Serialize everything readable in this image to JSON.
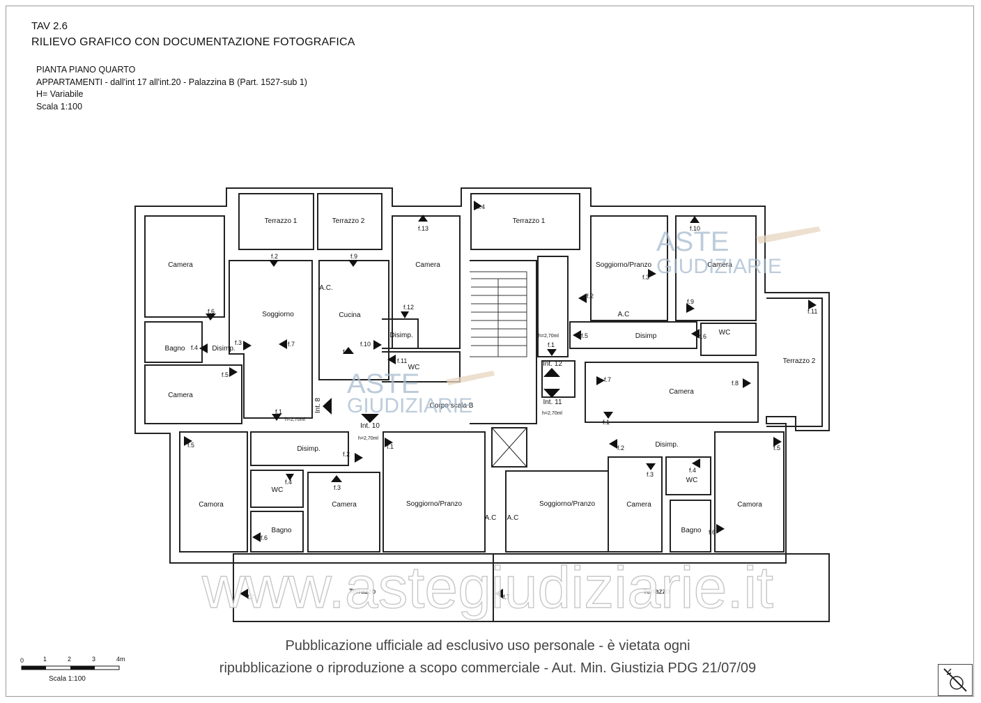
{
  "header": {
    "tav": "TAV 2.6",
    "title": "RILIEVO GRAFICO CON DOCUMENTAZIONE FOTOGRAFICA",
    "lines": [
      "PIANTA PIANO QUARTO",
      "APPARTAMENTI - dall'int 17 all'int.20 - Palazzina B (Part. 1527-sub 1)",
      "H= Variabile",
      "Scala 1:100"
    ]
  },
  "rooms": {
    "camera": "Camera",
    "camora": "Camora",
    "soggiorno": "Soggiorno",
    "cucina": "Cucina",
    "bagno": "Bagno",
    "wc": "WC",
    "disimp": "Disimp.",
    "disimp_nodot": "Disimp",
    "soggiorno_pranzo": "Soggiorno/Pranzo",
    "terrazzo": "Terrazzo",
    "terrazzo1": "Terrazzo 1",
    "terrazzo2": "Terrazzo 2",
    "corpo_scala": "Corpo scala B",
    "ac": "A.C.",
    "ac_space": "A.C",
    "int8": "Int. 8",
    "int10": "Int. 10",
    "int11": "Int. 11",
    "int12": "Int. 12",
    "h270": "h=2,70ml"
  },
  "photo_refs": {
    "f1": "f.1",
    "f2": "f.2",
    "f3": "f.3",
    "f4": "f.4",
    "f5": "f.5",
    "f6": "f.6",
    "f7": "f.7",
    "f8": "f.8",
    "f9": "f.9",
    "f10": "f.10",
    "f11": "f.11",
    "f12": "f.12",
    "f13": "f.13",
    "f15": "f.5"
  },
  "watermark": {
    "aste": "ASTE",
    "giudiziarie": "GIUDIZIARIE",
    "url": "www.astegiudiziarie.it",
    "color": "#9fb3c8"
  },
  "disclaimer": {
    "line1": "Pubblicazione ufficiale ad esclusivo uso personale - è vietata ogni",
    "line2": "ripubblicazione o riproduzione a scopo commerciale - Aut. Min. Giustizia PDG 21/07/09"
  },
  "scale": {
    "ticks": [
      "0",
      "1",
      "2",
      "3",
      "4m"
    ],
    "label": "Scala 1:100"
  }
}
